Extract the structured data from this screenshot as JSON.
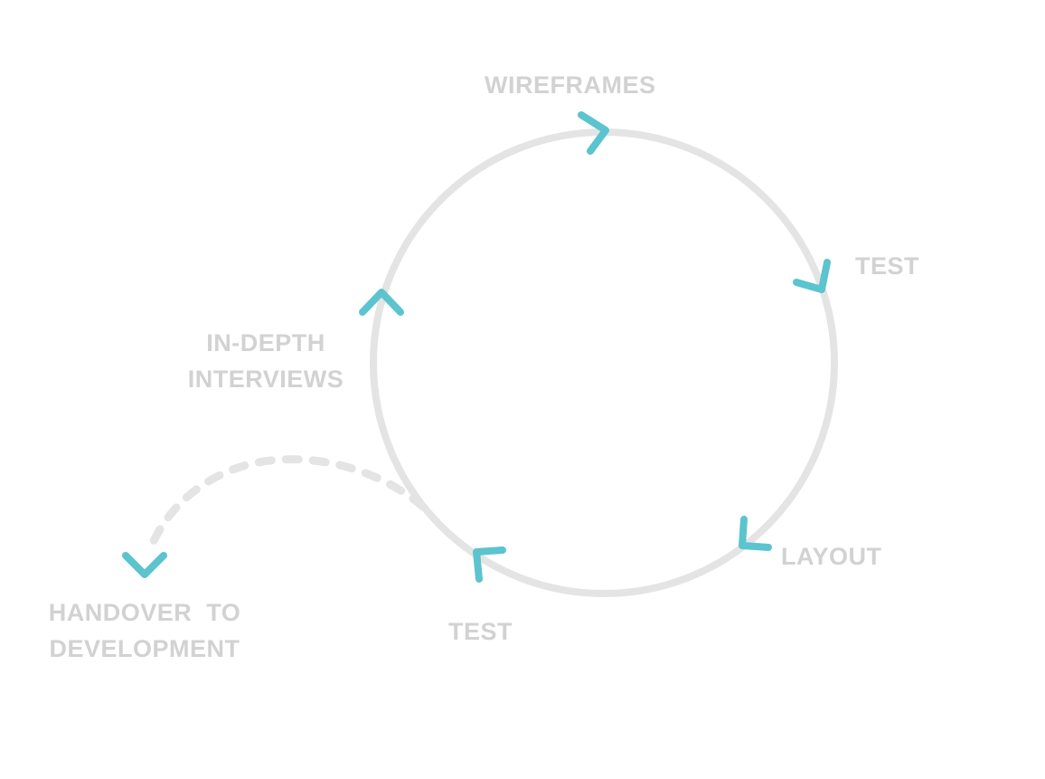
{
  "labels": {
    "wireframes": "WIREFRAMES",
    "test_right": "TEST",
    "interviews_line1": "IN-DEPTH",
    "interviews_line2": "INTERVIEWS",
    "layout": "LAYOUT",
    "test_bottom": "TEST",
    "handover_line1": "HANDOVER  TO",
    "handover_line2": "DEVELOPMENT"
  },
  "colors": {
    "circle": "#e4e4e4",
    "arrow": "#5bc4ce",
    "label": "#d2d2d2",
    "dashed_path": "#e4e4e4"
  },
  "icons": {
    "cycle_arrows": "chevron-icon",
    "exit_arrow": "chevron-down-icon"
  }
}
